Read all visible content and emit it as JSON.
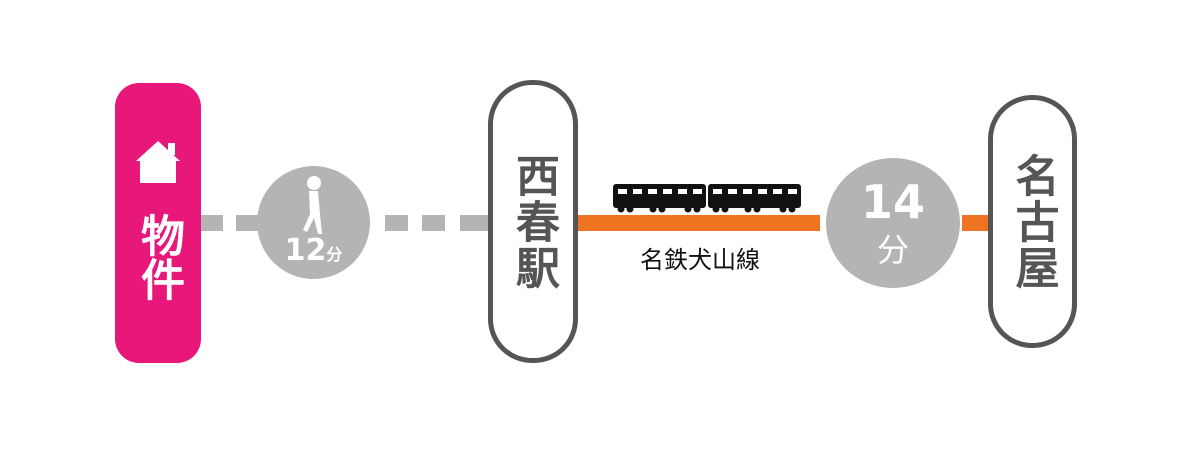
{
  "origin": {
    "label": "物件",
    "icon": "house-icon"
  },
  "walk": {
    "icon": "walking-person-icon",
    "minutes": "12",
    "unit": "分"
  },
  "station_1": {
    "label": "西春駅"
  },
  "train": {
    "icon": "train-icon",
    "line_name": "名鉄犬山線",
    "minutes": "14",
    "unit": "分"
  },
  "station_2": {
    "label": "名古屋"
  },
  "colors": {
    "origin": "#e8177a",
    "walk": "#b4b4b4",
    "rail": "#ee7421",
    "station_border": "#555555"
  }
}
